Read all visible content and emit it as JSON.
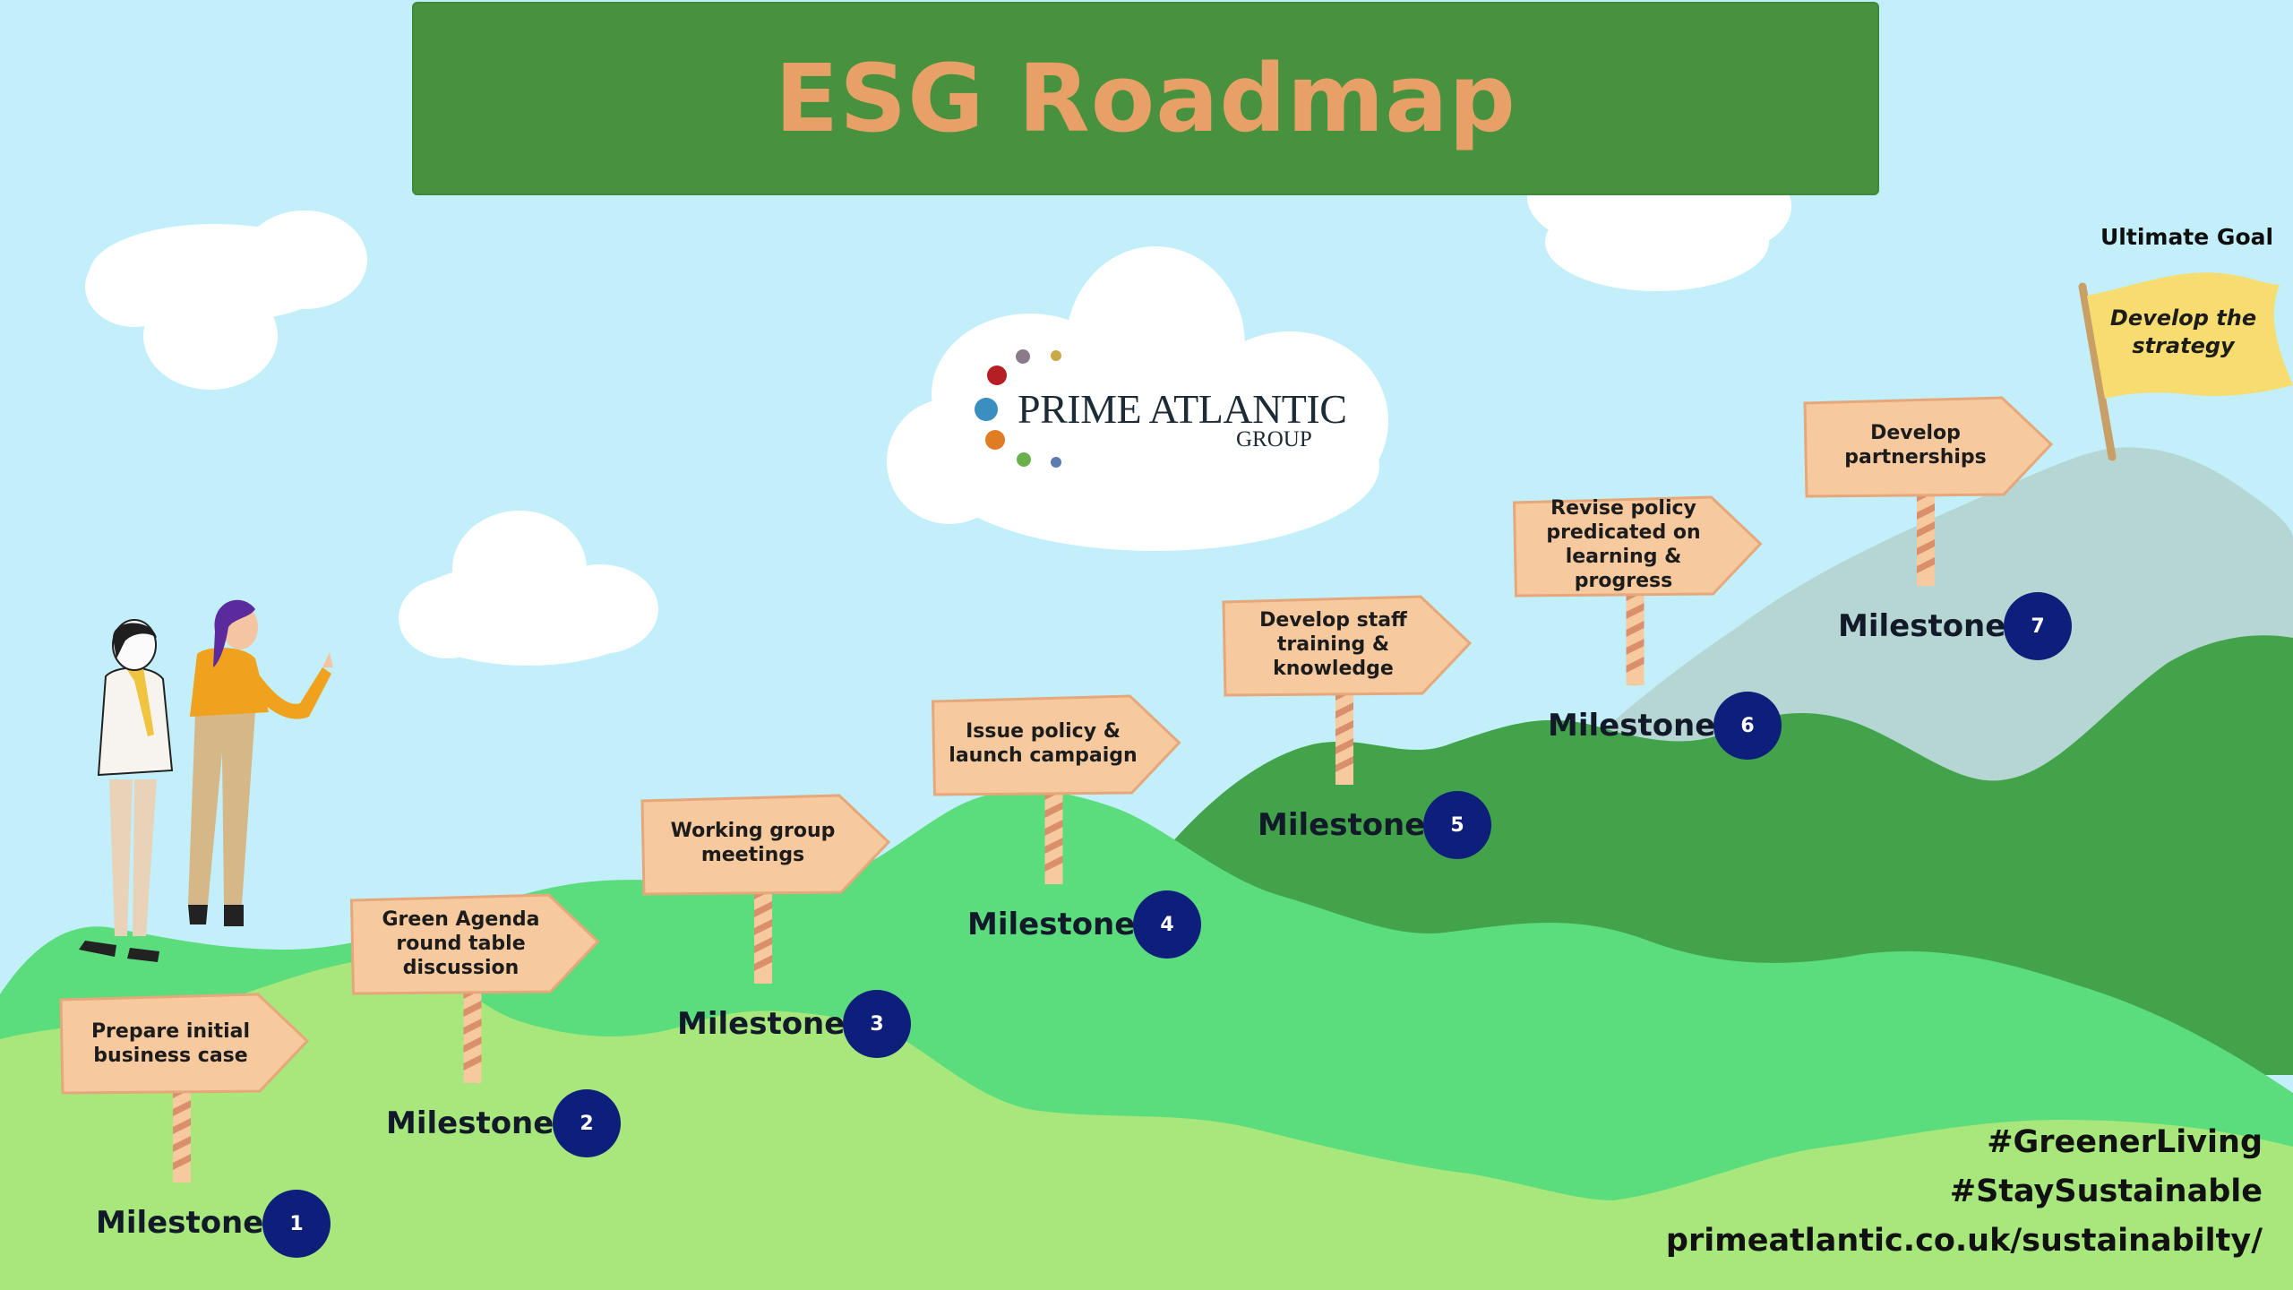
{
  "banner": {
    "title": "ESG Roadmap"
  },
  "logo": {
    "name": "PRIME ATLANTIC",
    "subname": "GROUP"
  },
  "milestones": [
    {
      "label": "Milestone",
      "number": "1",
      "sign": "Prepare initial\nbusiness case"
    },
    {
      "label": "Milestone",
      "number": "2",
      "sign": "Green Agenda\nround table\ndiscussion"
    },
    {
      "label": "Milestone",
      "number": "3",
      "sign": "Working group\nmeetings"
    },
    {
      "label": "Milestone",
      "number": "4",
      "sign": "Issue policy &\nlaunch campaign"
    },
    {
      "label": "Milestone",
      "number": "5",
      "sign": "Develop staff\ntraining &\nknowledge"
    },
    {
      "label": "Milestone",
      "number": "6",
      "sign": "Revise policy\npredicated on\nlearning & progress"
    },
    {
      "label": "Milestone",
      "number": "7",
      "sign": "Develop\npartnerships"
    }
  ],
  "ultimate_goal": {
    "label": "Ultimate Goal",
    "flag": "Develop the strategy"
  },
  "footer": {
    "hashtag1": "#GreenerLiving",
    "hashtag2": "#StaySustainable",
    "url": "primeatlantic.co.uk/sustainabilty/"
  },
  "colors": {
    "sky": "#c3effa",
    "banner": "#47913f",
    "title": "#e7a066",
    "sign": "#f6c99f",
    "badge": "#0d1f7a",
    "hill_dark": "#43a34a",
    "hill_mid": "#5bdc7d",
    "hill_light": "#a7e77b",
    "mountain": "#b5d6d2",
    "flag": "#f7dc6f"
  }
}
